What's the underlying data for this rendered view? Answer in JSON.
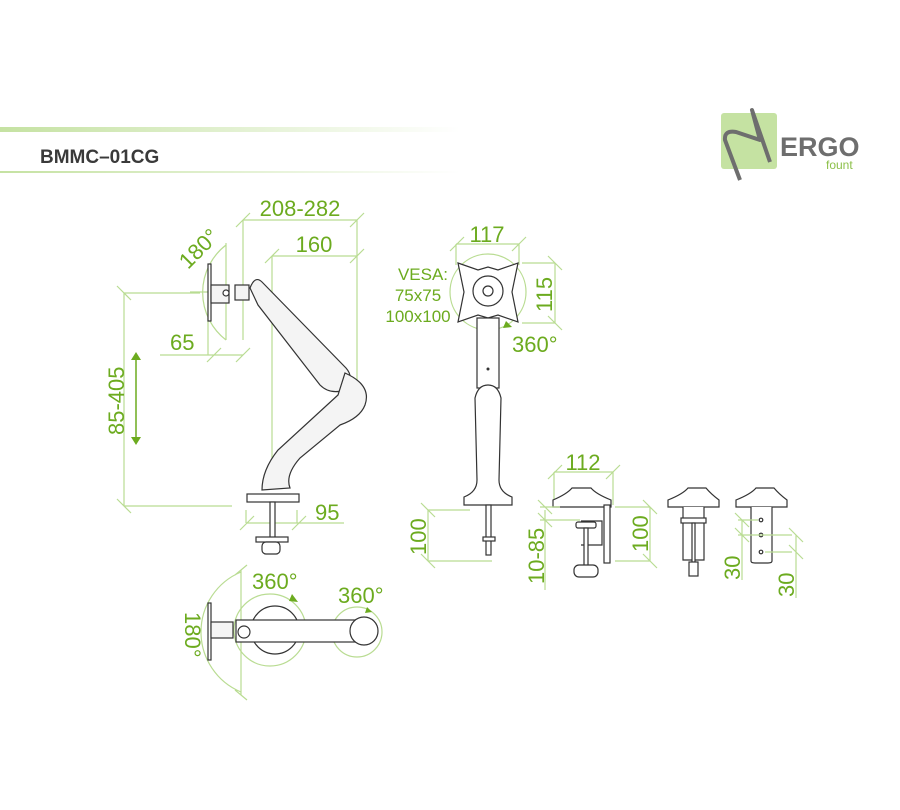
{
  "header": {
    "model": "BMMC–01CG"
  },
  "logo": {
    "brand": "ERGO",
    "sub": "fount"
  },
  "colors": {
    "accent": "#6cab1f",
    "dim_line": "#b9dc92",
    "logo_bg": "#c5e2a2",
    "logo_text": "#6e6e6e"
  },
  "side_view": {
    "reach": "208-282",
    "arm_offset": "160",
    "tilt": "180°",
    "plate_offset": "65",
    "height_range": "85-405",
    "base": "95"
  },
  "front_view": {
    "width": "117",
    "height": "115",
    "vesa_label": "VESA:",
    "vesa_1": "75x75",
    "vesa_2": "100x100",
    "rotation": "360°",
    "pole_below": "100"
  },
  "clamp_view": {
    "width": "112",
    "desk_thickness": "10-85",
    "height": "100"
  },
  "grommet_view": {
    "spacing_1": "30",
    "spacing_2": "30"
  },
  "top_view": {
    "swivel_base": "360°",
    "swivel_elbow": "360°",
    "tilt": "180°"
  }
}
